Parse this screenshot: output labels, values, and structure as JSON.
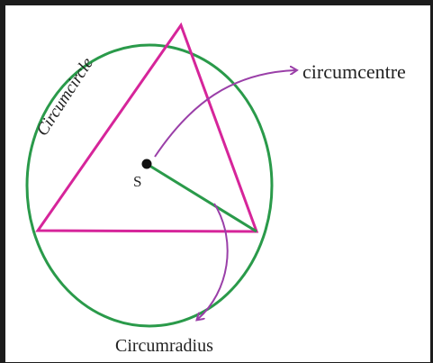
{
  "labels": {
    "circumcircle": "Circumcircle",
    "circumcentre": "circumcentre",
    "circumradius": "Circumradius",
    "centre_point": "S"
  },
  "colors": {
    "circle": "#2a9a4a",
    "triangle": "#d6259a",
    "radius": "#2a9a4a",
    "arrow": "#9a3fa8",
    "point": "#111111",
    "text": "#222222"
  }
}
